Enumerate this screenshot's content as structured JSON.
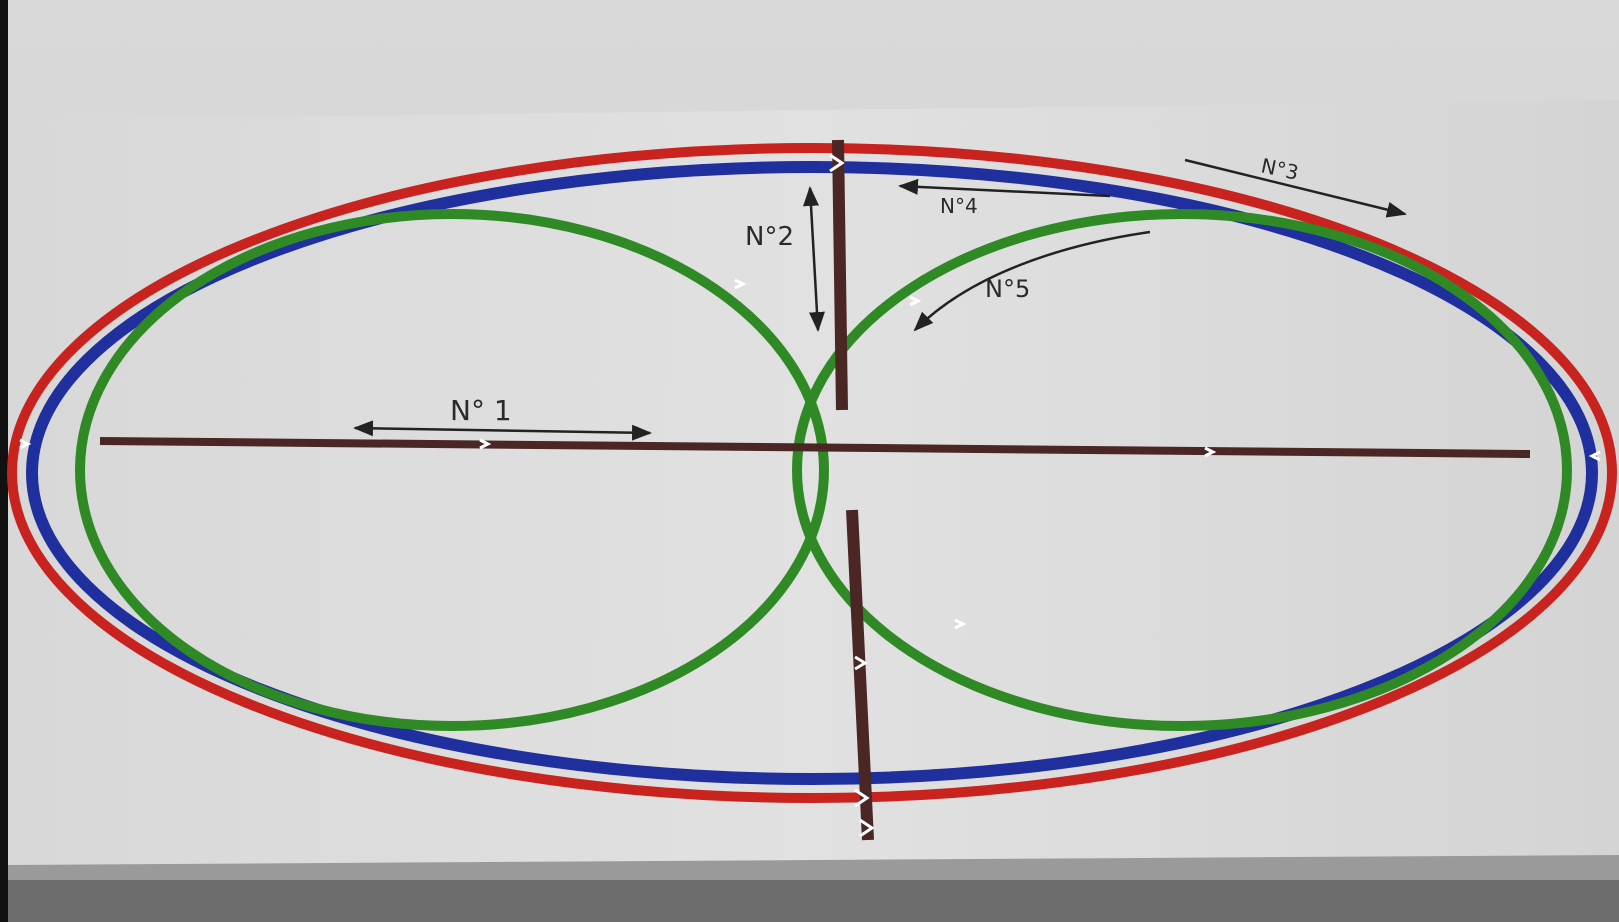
{
  "labels": {
    "route1": "N° 1",
    "route2": "N°2",
    "route3": "N°3",
    "route4": "N°4",
    "route5": "N°5"
  },
  "colors": {
    "outer_track": "#c8231f",
    "middle_track": "#1f2f9e",
    "inner_track": "#2f8a25",
    "cross_track": "#4a2624",
    "board": "#dcdcdc",
    "board_shadow": "#8a8a8a",
    "wall": "#d7d7d7"
  }
}
